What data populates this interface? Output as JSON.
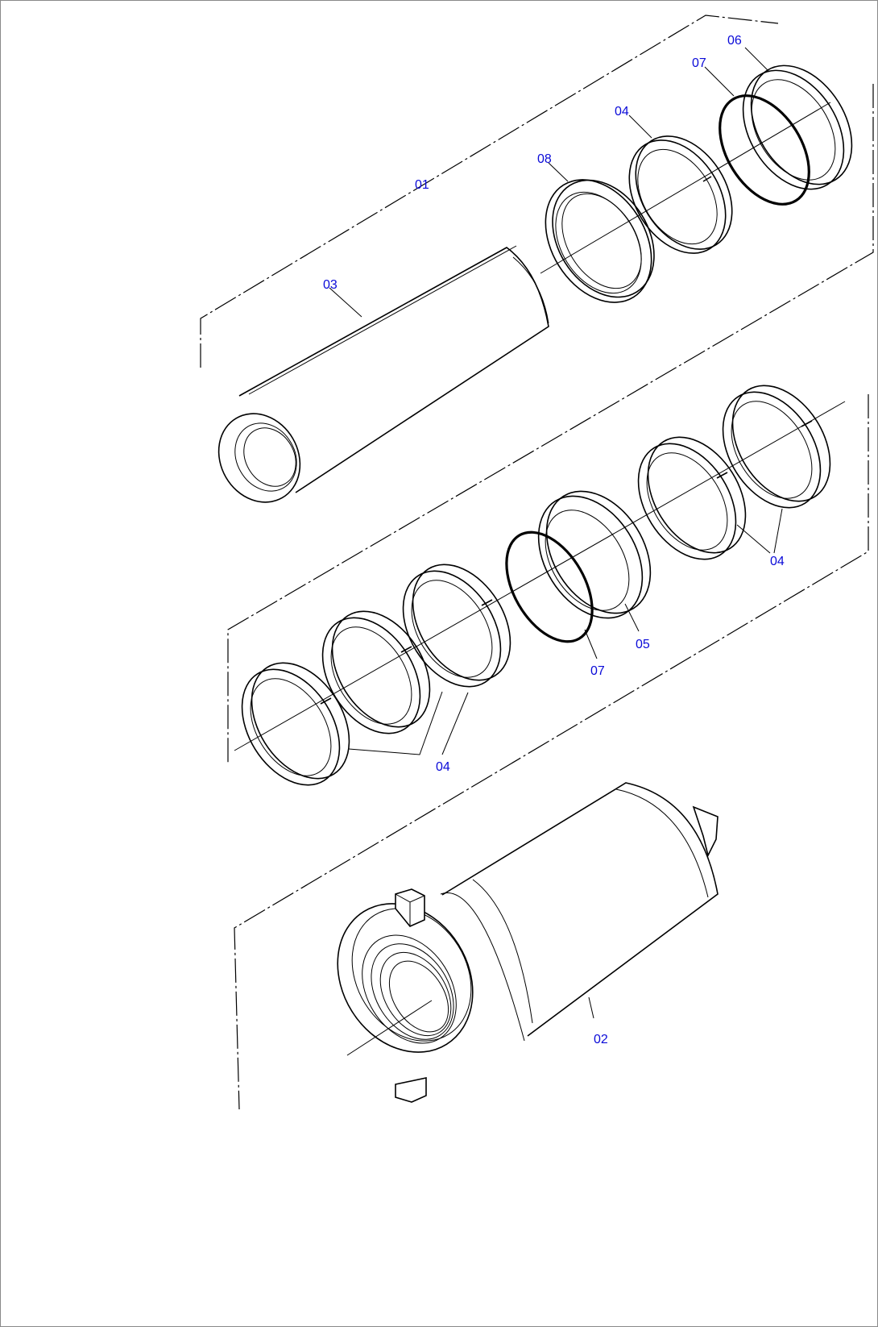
{
  "diagram": {
    "callouts": {
      "c01": "01",
      "c02": "02",
      "c03": "03",
      "c04_top": "04",
      "c04_mid_right": "04",
      "c04_mid_left": "04",
      "c05": "05",
      "c06": "06",
      "c07_top": "07",
      "c07_mid": "07",
      "c08": "08"
    },
    "colors": {
      "callout_text": "#0a0ad8",
      "line_art": "#000000",
      "frame_border": "#8a8a8a"
    }
  }
}
